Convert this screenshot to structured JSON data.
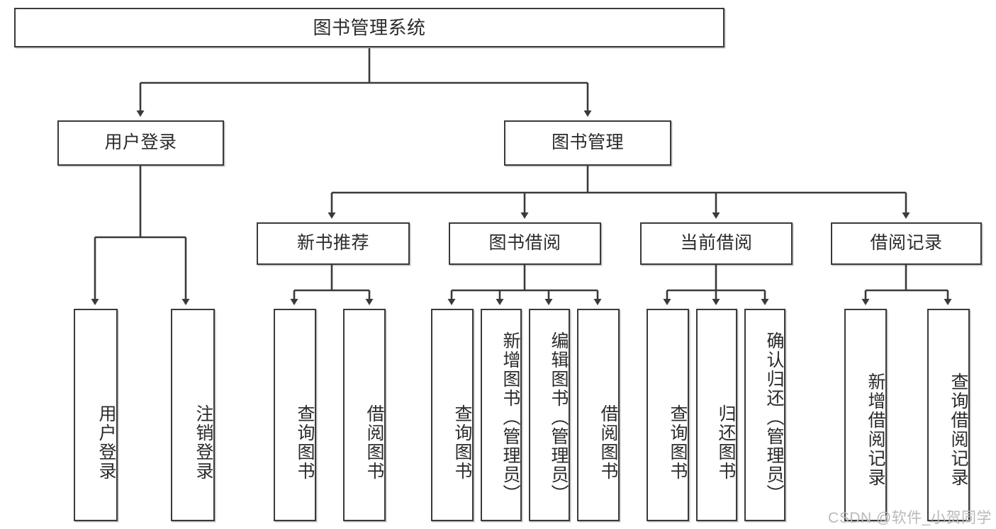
{
  "diagram": {
    "type": "hierarchy-tree",
    "title": "图书管理系统",
    "watermark": "CSDN @软件_小贺同学",
    "levels": {
      "root": {
        "label": "图书管理系统"
      },
      "level2": [
        {
          "id": "user-login",
          "label": "用户登录"
        },
        {
          "id": "book-management",
          "label": "图书管理"
        }
      ],
      "level3": [
        {
          "id": "new-book-recommend",
          "label": "新书推荐",
          "parent": "book-management"
        },
        {
          "id": "book-borrow",
          "label": "图书借阅",
          "parent": "book-management"
        },
        {
          "id": "current-borrow",
          "label": "当前借阅",
          "parent": "book-management"
        },
        {
          "id": "borrow-record",
          "label": "借阅记录",
          "parent": "book-management"
        }
      ],
      "leaves": [
        {
          "id": "leaf-user-login",
          "label": "用户登录",
          "parent": "user-login"
        },
        {
          "id": "leaf-logout-login",
          "label": "注销登录",
          "parent": "user-login"
        },
        {
          "id": "leaf-query-book-1",
          "label": "查询图书",
          "parent": "new-book-recommend"
        },
        {
          "id": "leaf-borrow-book-1",
          "label": "借阅图书",
          "parent": "new-book-recommend"
        },
        {
          "id": "leaf-query-book-2",
          "label": "查询图书",
          "parent": "book-borrow"
        },
        {
          "id": "leaf-add-book",
          "label": "新增图书（管理员）",
          "parent": "book-borrow"
        },
        {
          "id": "leaf-edit-book",
          "label": "编辑图书（管理员）",
          "parent": "book-borrow"
        },
        {
          "id": "leaf-borrow-book-2",
          "label": "借阅图书",
          "parent": "book-borrow"
        },
        {
          "id": "leaf-query-book-3",
          "label": "查询图书",
          "parent": "current-borrow"
        },
        {
          "id": "leaf-return-book",
          "label": "归还图书",
          "parent": "current-borrow"
        },
        {
          "id": "leaf-confirm-return",
          "label": "确认归还（管理员）",
          "parent": "current-borrow"
        },
        {
          "id": "leaf-add-record",
          "label": "新增借阅记录",
          "parent": "borrow-record"
        },
        {
          "id": "leaf-query-record",
          "label": "查询借阅记录",
          "parent": "borrow-record"
        }
      ]
    },
    "colors": {
      "box_border": "#3a3a3a",
      "box_fill": "#ffffff",
      "connector": "#3a3a3a",
      "text": "#2b2b2b",
      "watermark": "#b9b9b9"
    }
  }
}
